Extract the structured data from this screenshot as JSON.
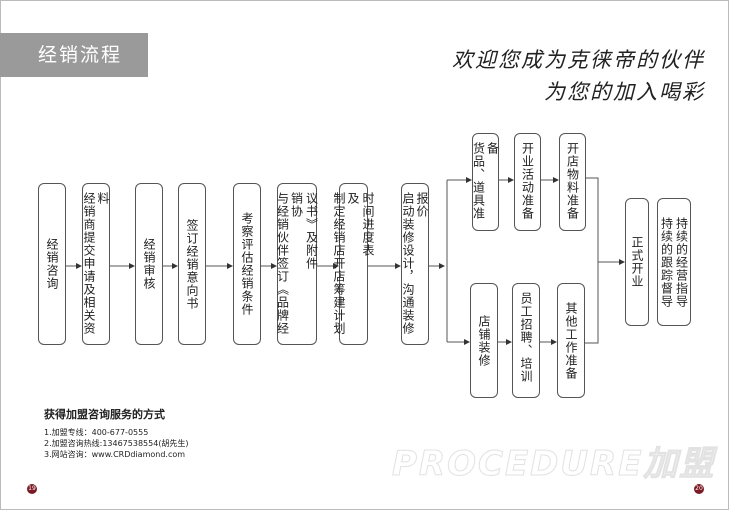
{
  "header": {
    "section_title": "经销流程",
    "slogan_line1": "欢迎您成为克徕帝的伙伴",
    "slogan_line2": "为您的加入喝彩"
  },
  "steps": [
    {
      "cols": [
        "经销咨询"
      ]
    },
    {
      "cols": [
        "经销商提交申请及相关资料"
      ]
    },
    {
      "cols": [
        "经销审核"
      ]
    },
    {
      "cols": [
        "签订经销意向书"
      ]
    },
    {
      "cols": [
        "考察评估经销条件"
      ]
    },
    {
      "cols": [
        "与经销伙伴签订《品牌经销协",
        "议书》及附件"
      ]
    },
    {
      "cols": [
        "制定经销店开店筹建计划及",
        "时间进度表"
      ]
    },
    {
      "cols": [
        "启动装修设计，沟通装修报价"
      ]
    },
    {
      "cols": [
        "货品、道具准备"
      ]
    },
    {
      "cols": [
        "开业活动准备"
      ]
    },
    {
      "cols": [
        "开店物料准备"
      ]
    },
    {
      "cols": [
        "店铺装修"
      ]
    },
    {
      "cols": [
        "员工招聘、培训"
      ]
    },
    {
      "cols": [
        "其他工作准备"
      ]
    },
    {
      "cols": [
        "正式开业"
      ]
    },
    {
      "cols": [
        "持续的跟踪督导",
        "持续的经营指导"
      ]
    }
  ],
  "contact": {
    "title": "获得加盟咨询服务的方式",
    "line1": "1.加盟专线：400-677-0555",
    "line2": "2.加盟咨询热线:13467538554(胡先生)",
    "line3": "3.网站咨询：www.CRDdiamond.com"
  },
  "watermark": "PROCEDURE加盟",
  "pages": {
    "left": "19",
    "right": "20"
  },
  "colors": {
    "title_bar": "#9a9a9a",
    "page_badge": "#7a1a24"
  }
}
